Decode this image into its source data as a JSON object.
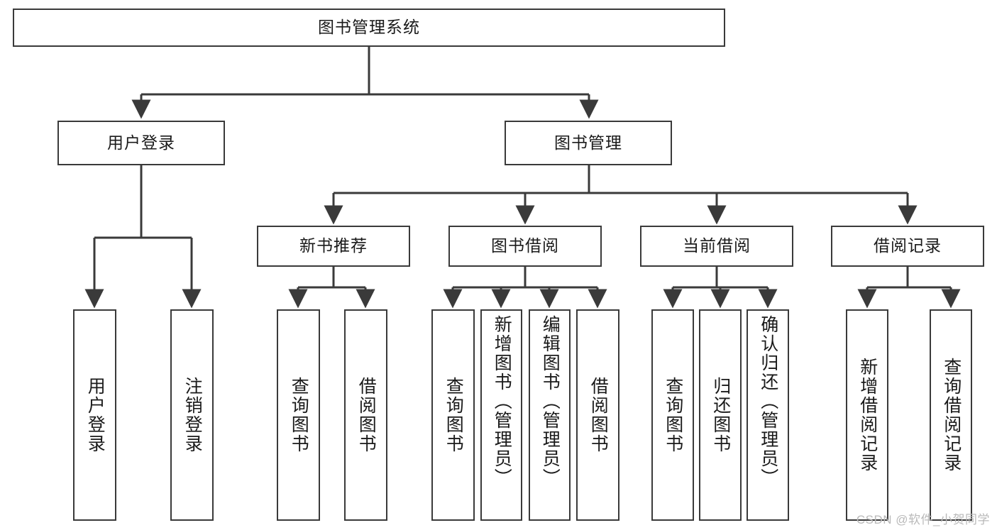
{
  "diagram": {
    "title": "图书管理系统",
    "type": "tree-hierarchy-diagram",
    "root": {
      "id": "root",
      "label": "图书管理系统"
    },
    "level2": [
      {
        "id": "user-login",
        "label": "用户登录"
      },
      {
        "id": "book-manage",
        "label": "图书管理"
      }
    ],
    "level3": [
      {
        "id": "new-book-recommend",
        "label": "新书推荐"
      },
      {
        "id": "book-borrow",
        "label": "图书借阅"
      },
      {
        "id": "current-borrow",
        "label": "当前借阅"
      },
      {
        "id": "borrow-record",
        "label": "借阅记录"
      }
    ],
    "leaves": [
      {
        "id": "leaf-user-login",
        "label": "用户登录",
        "parent": "user-login"
      },
      {
        "id": "leaf-user-logout",
        "label": "注销登录",
        "parent": "user-login"
      },
      {
        "id": "leaf-query-book-1",
        "label": "查询图书",
        "parent": "new-book-recommend"
      },
      {
        "id": "leaf-borrow-book-1",
        "label": "借阅图书",
        "parent": "new-book-recommend"
      },
      {
        "id": "leaf-query-book-2",
        "label": "查询图书",
        "parent": "book-borrow"
      },
      {
        "id": "leaf-add-book",
        "label": "新增图书（管理员）",
        "parent": "book-borrow"
      },
      {
        "id": "leaf-edit-book",
        "label": "编辑图书（管理员）",
        "parent": "book-borrow"
      },
      {
        "id": "leaf-borrow-book-2",
        "label": "借阅图书",
        "parent": "book-borrow"
      },
      {
        "id": "leaf-query-book-3",
        "label": "查询图书",
        "parent": "current-borrow"
      },
      {
        "id": "leaf-return-book",
        "label": "归还图书",
        "parent": "current-borrow"
      },
      {
        "id": "leaf-confirm-return",
        "label": "确认归还（管理员）",
        "parent": "current-borrow"
      },
      {
        "id": "leaf-add-record",
        "label": "新增借阅记录",
        "parent": "borrow-record"
      },
      {
        "id": "leaf-query-record",
        "label": "查询借阅记录",
        "parent": "borrow-record"
      }
    ],
    "colors": {
      "stroke": "#3a3a3a",
      "fill": "#ffffff",
      "text": "#1a1a1a",
      "watermark": "#b9b9b9"
    }
  },
  "watermark": {
    "text": "CSDN @软件_小贺同学"
  }
}
